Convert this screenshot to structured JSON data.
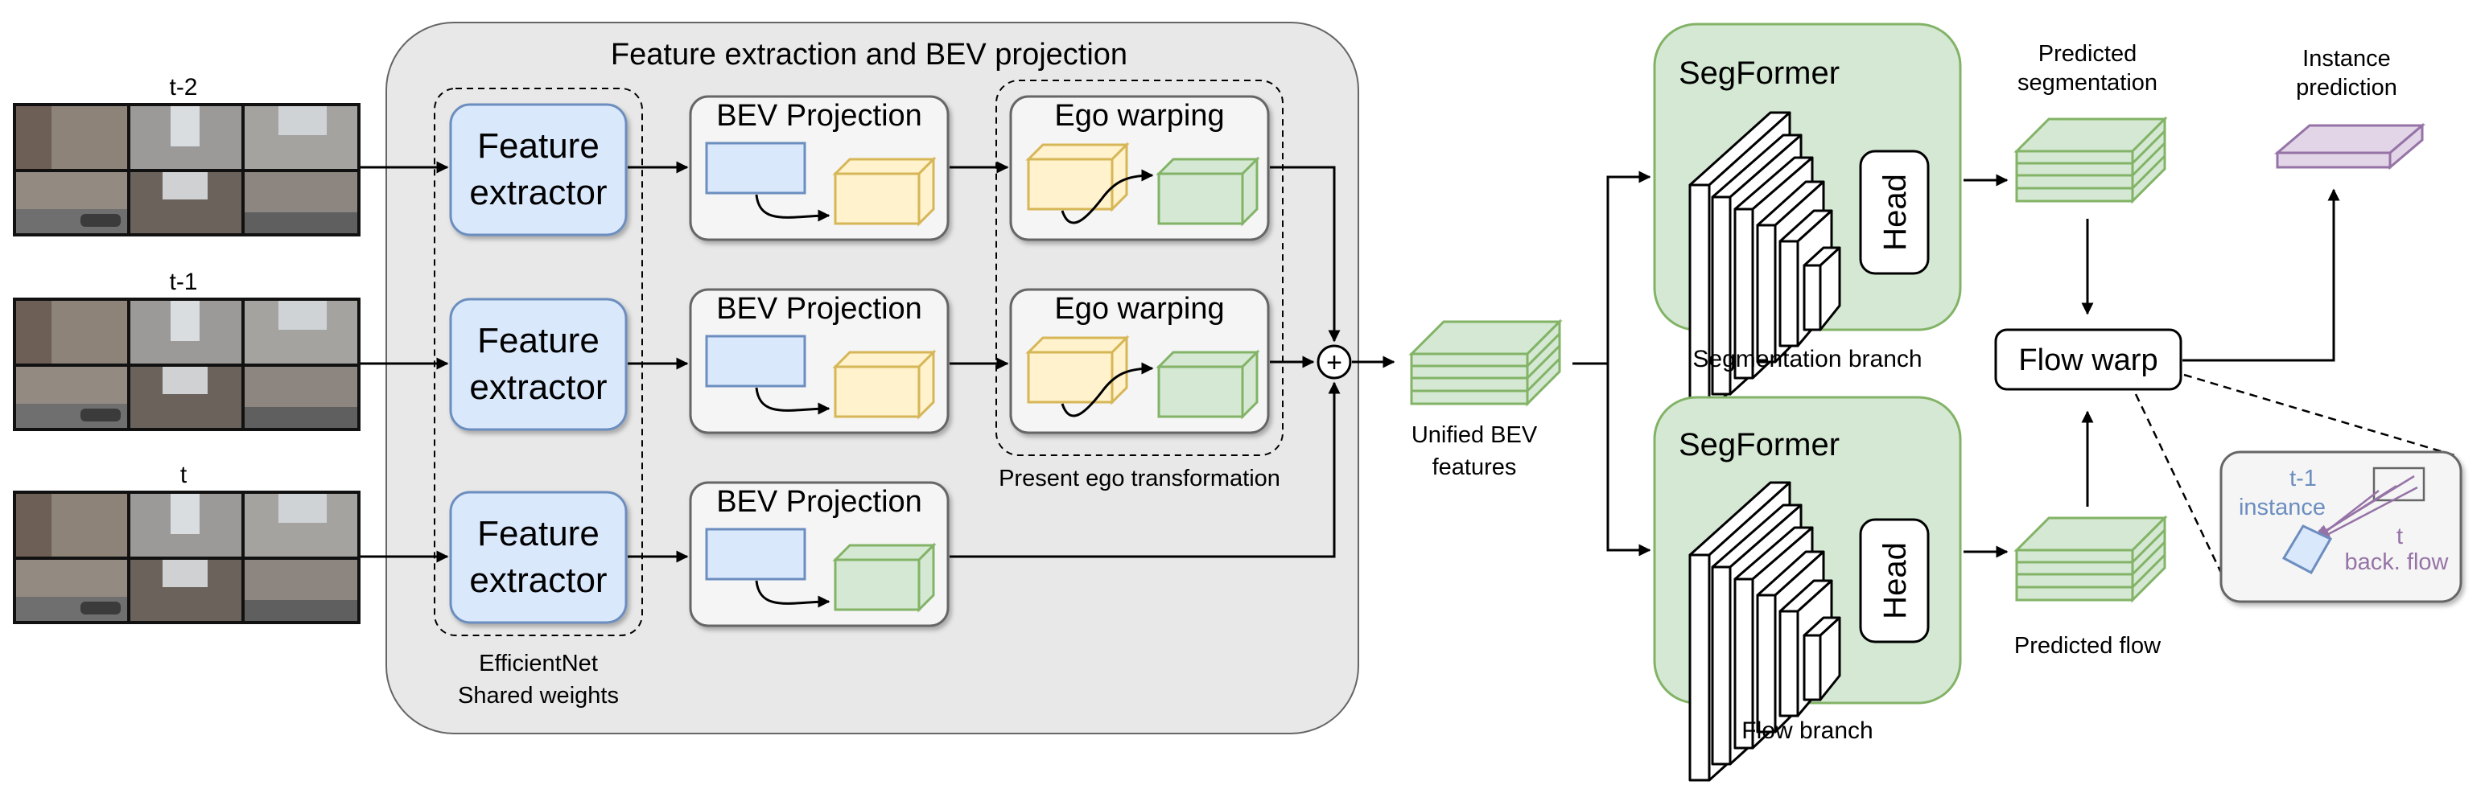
{
  "frames": [
    {
      "label": "t-2"
    },
    {
      "label": "t-1"
    },
    {
      "label": "t"
    }
  ],
  "main_panel": {
    "title": "Feature extraction and BEV projection"
  },
  "feature_extractor": {
    "line1": "Feature",
    "line2": "extractor"
  },
  "efficientnet": {
    "line1": "EfficientNet",
    "line2": "Shared weights"
  },
  "bev_projection": {
    "label": "BEV Projection"
  },
  "ego_warping": {
    "label": "Ego warping"
  },
  "present_ego": {
    "label": "Present ego transformation"
  },
  "sum_symbol": "+",
  "unified_bev": {
    "line1": "Unified BEV",
    "line2": "features"
  },
  "segformer": {
    "label": "SegFormer"
  },
  "head": {
    "label": "Head"
  },
  "segmentation_branch": {
    "label": "Segmentation branch"
  },
  "flow_branch": {
    "label": "Flow branch"
  },
  "predicted_segmentation": {
    "line1": "Predicted",
    "line2": "segmentation"
  },
  "predicted_flow": {
    "label": "Predicted flow"
  },
  "flow_warp": {
    "label": "Flow warp"
  },
  "instance_prediction": {
    "line1": "Instance",
    "line2": "prediction"
  },
  "inset": {
    "t1_line1": "t-1",
    "t1_line2": "instance",
    "t_line1": "t",
    "t_line2": "back. flow"
  },
  "colors": {
    "panel_bg": "#e8e8e8",
    "extractor_fill": "#dae8fc",
    "extractor_stroke": "#6c8ebf",
    "yellow_fill": "#fff2cc",
    "yellow_stroke": "#d6b656",
    "green_fill": "#d5e8d4",
    "green_stroke": "#82b366",
    "purple_fill": "#e1d5e7",
    "purple_stroke": "#9673a6"
  }
}
